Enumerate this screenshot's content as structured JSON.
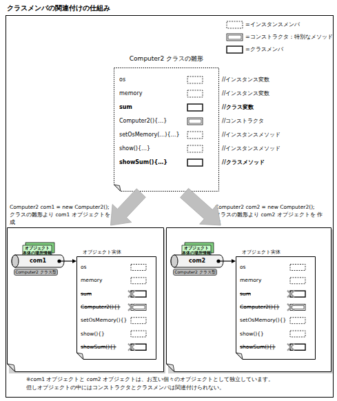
{
  "diagram": {
    "title": "クラスメンバの関連付けの仕組み",
    "nodes": [
      {
        "text": [
          "Computer2 クラスの雛形",
          "os",
          "memory",
          "sum",
          "Computer2(){…}",
          "setOsMemory(…){…}",
          "show(){…}",
          "showSum(){…}"
        ]
      },
      {
        "text": [
          "Computer2 com1 = new Computer2();",
          "クラスの雛形より com1 オブジェクトを 作成"
        ]
      },
      {
        "text": [
          "オブジェクト 本体の場所情報"
        ],
        "in": 1
      },
      {
        "text": [
          "com1"
        ],
        "in": 1
      },
      {
        "text": [
          "Computer2 クラス型"
        ],
        "in": 1
      },
      {
        "text": [
          "オブジェクト実体",
          "os",
          "memory",
          "sum",
          "Computer2(){}",
          "setOsMemory(){}",
          "show(){}",
          "showSum(){}"
        ],
        "in": 1
      },
      {
        "text": [
          "Computer2 com2 = new Computer2();",
          "クラスの雛形より com2 オブジェクトを 作成"
        ]
      },
      {
        "text": [
          "オブジェクト 本体の場所情報"
        ],
        "in": 6
      },
      {
        "text": [
          "com2"
        ],
        "in": 6
      },
      {
        "text": [
          "Computer2 クラス型"
        ],
        "in": 6
      },
      {
        "text": [
          "オブジェクト実体",
          "os",
          "memory",
          "sum",
          "Computer2(){}",
          "setOsMemory(){}",
          "show(){}",
          "showSum(){}"
        ],
        "in": 6
      }
    ],
    "edges": [
      {
        "from": 0,
        "to": 1,
        "arrow": "to"
      },
      {
        "from": 0,
        "to": 6,
        "arrow": "to"
      },
      {
        "from": 3,
        "to": 5,
        "arrow": "to"
      },
      {
        "from": 8,
        "to": 10,
        "arrow": "to"
      }
    ],
    "labels": [
      "//インスタンス変数",
      "//インスタンス変数",
      "//クラス変数",
      "//コンストラクタ",
      "//インスタンスメソッド",
      "//インスタンスメソッド",
      "//クラスメソッド",
      "※com1 オブジェクトと com2 オブジェクトは、お互い個々のオブジェクトとして独立しています。",
      "但しオブジェクトの中にはコンストラクタとクラスメンバは関連付けられない。"
    ],
    "legend": [
      {
        "text": "=インスタンスメンバ"
      },
      {
        "text": "=コンストラクタ：特別なメソッド"
      },
      {
        "text": "=クラスメンバ"
      }
    ]
  }
}
